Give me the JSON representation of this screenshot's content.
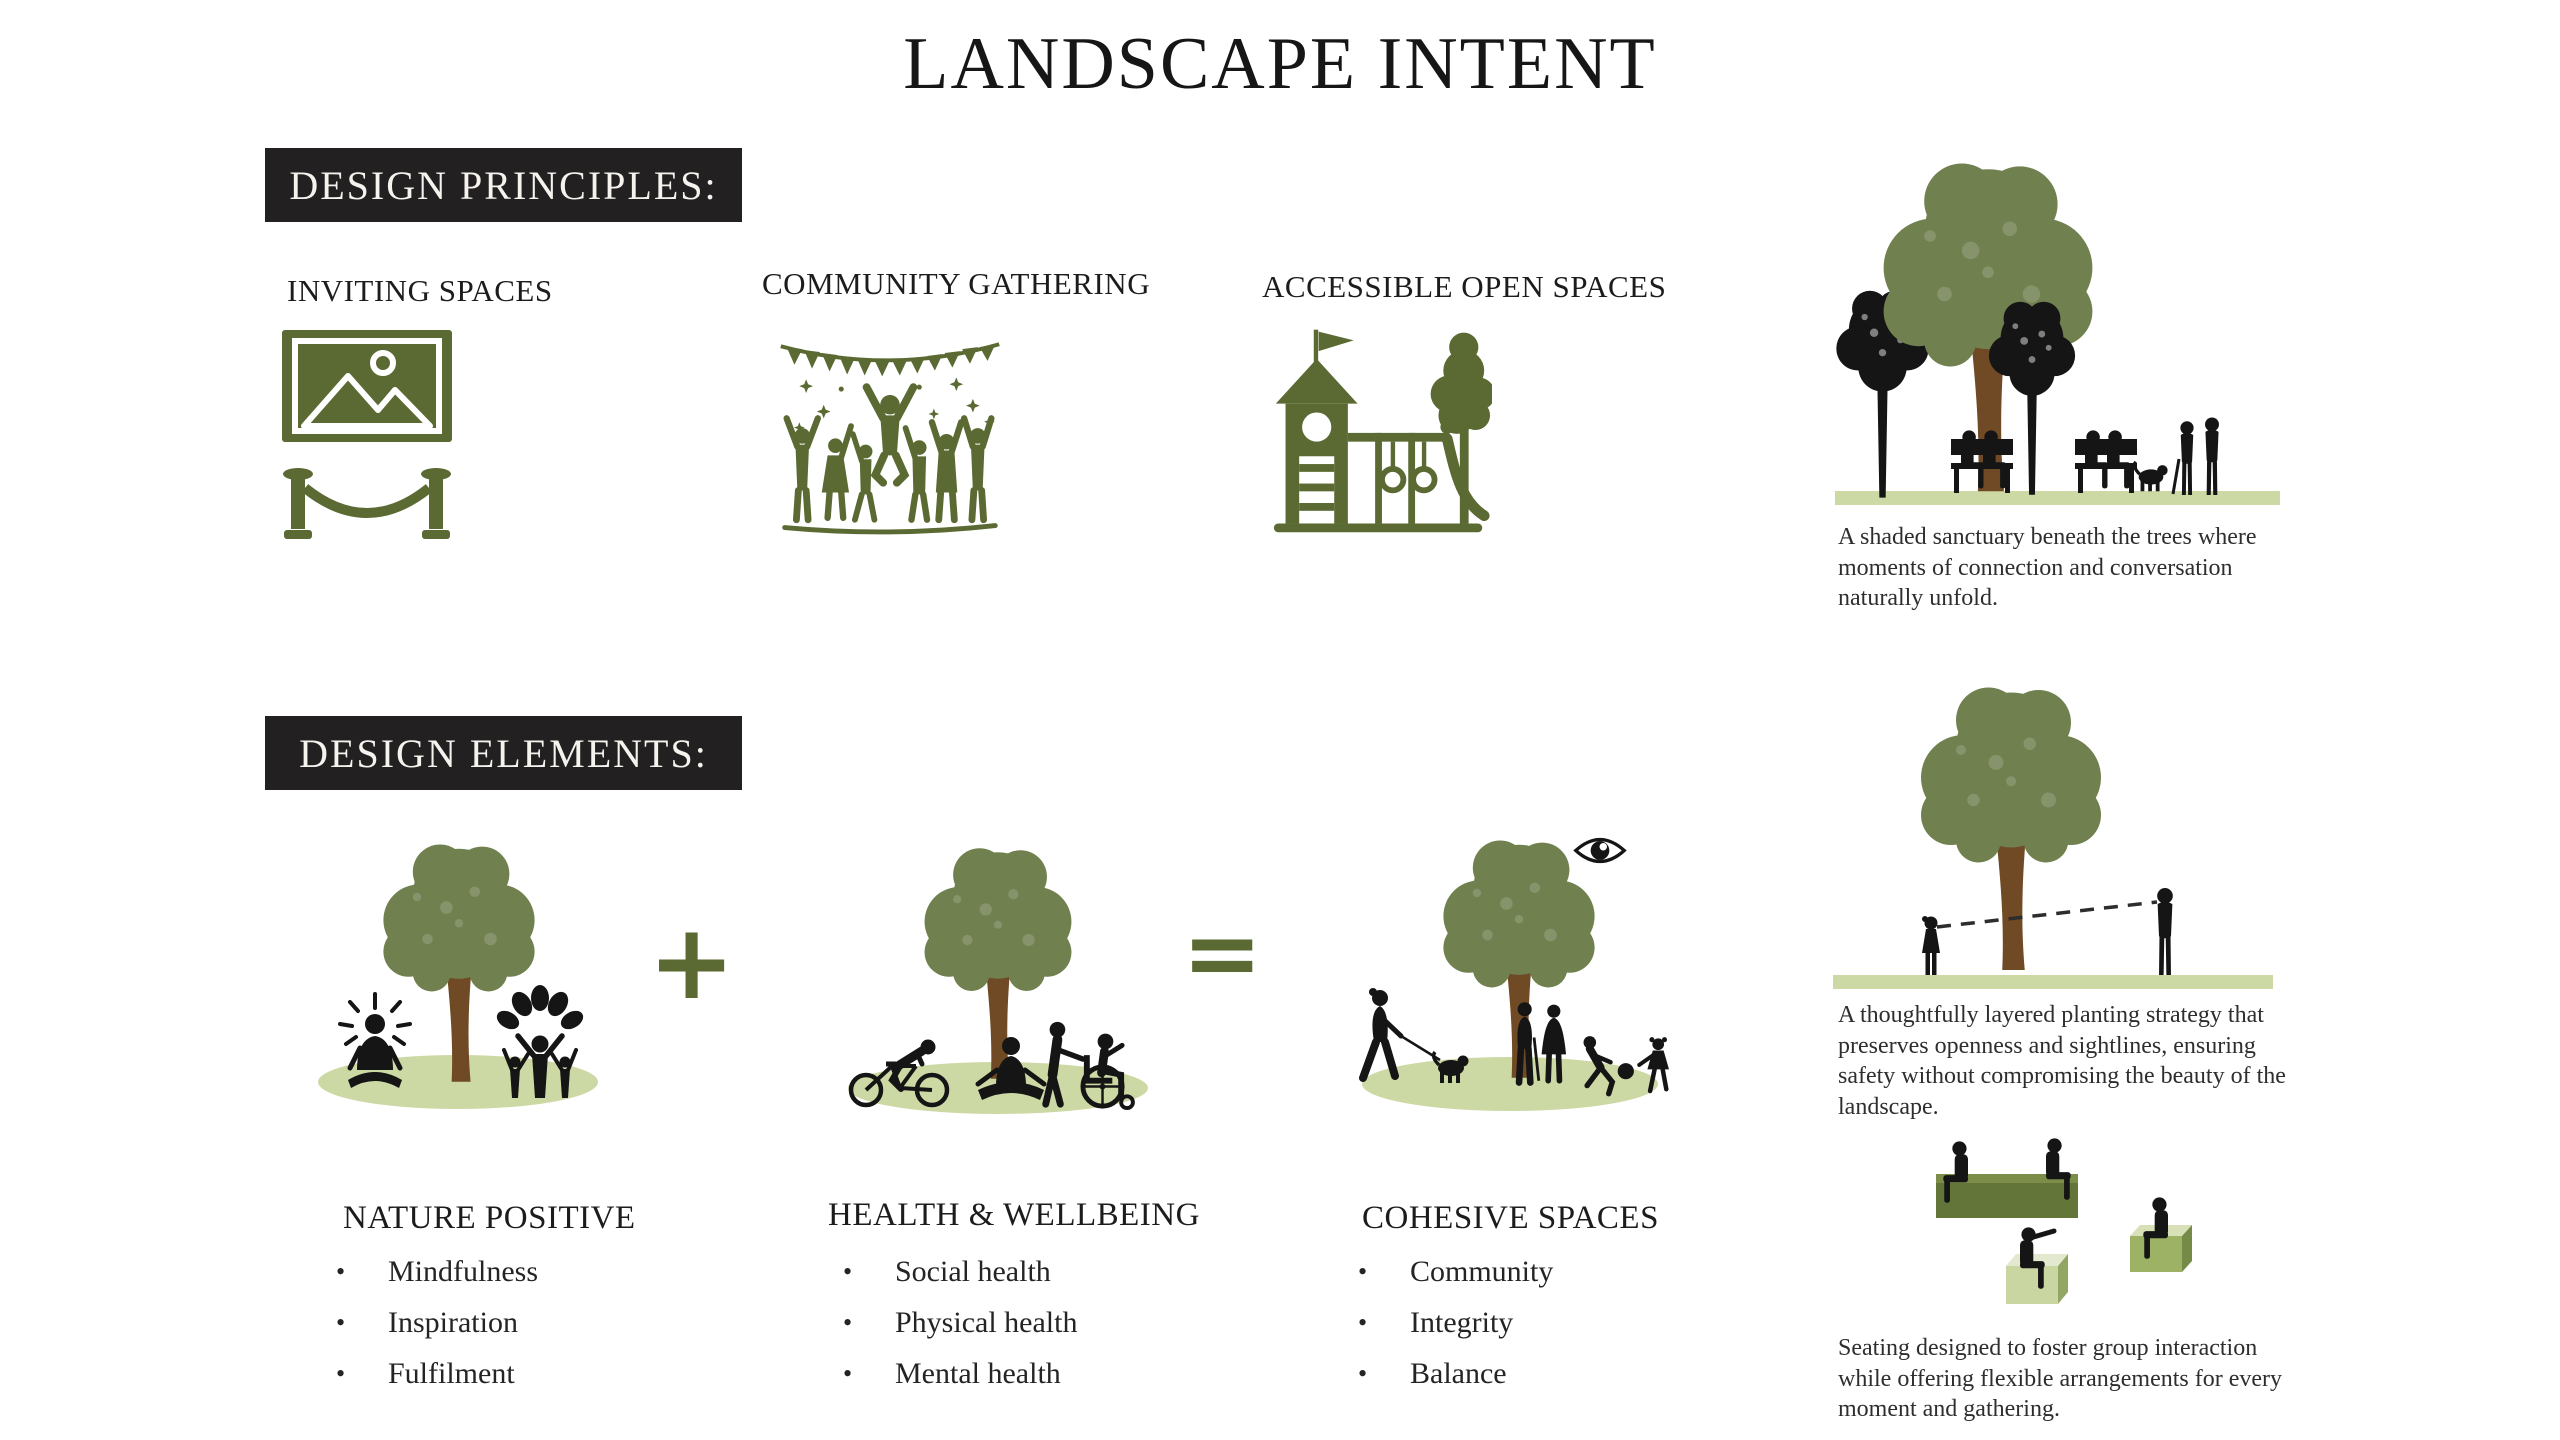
{
  "title": "LANDSCAPE INTENT",
  "principles": {
    "heading": "DESIGN PRINCIPLES:",
    "items": [
      {
        "label": "INVITING SPACES",
        "icon": "framed-picture-and-rope-barrier-icon"
      },
      {
        "label": "COMMUNITY GATHERING",
        "icon": "crowd-celebration-icon"
      },
      {
        "label": "ACCESSIBLE OPEN SPACES",
        "icon": "playground-icon"
      }
    ]
  },
  "elements": {
    "heading": "DESIGN ELEMENTS:",
    "operators": {
      "plus": "+",
      "equals": "="
    },
    "groups": [
      {
        "label": "NATURE POSITIVE",
        "illustration": "tree-with-meditator-and-people-tree",
        "bullets": [
          "Mindfulness",
          "Inspiration",
          "Fulfilment"
        ]
      },
      {
        "label": "HEALTH &  WELLBEING",
        "illustration": "tree-with-cyclist-yoga-wheelchair",
        "bullets": [
          "Social  health",
          "Physical  health",
          "Mental  health"
        ]
      },
      {
        "label": "COHESIVE SPACES",
        "illustration": "tree-with-dog-walker-and-family",
        "bullets": [
          "Community",
          "Integrity",
          "Balance"
        ]
      }
    ],
    "watermark_icon": "eye-icon"
  },
  "vignettes": [
    {
      "illustration": "benches-under-shade-trees",
      "caption": "A shaded sanctuary beneath the trees where moments of connection and conversation naturally unfold."
    },
    {
      "illustration": "sightline-under-tree-canopy",
      "caption": "A thoughtfully layered planting strategy that preserves openness and sightlines, ensuring safety without compromising the beauty of the landscape."
    },
    {
      "illustration": "modular-group-seating",
      "caption": "Seating designed to foster group interaction while offering flexible arrangements for every moment and gathering."
    }
  ],
  "colors": {
    "olive": "#5a6a32",
    "canopy_green": "#70804f",
    "trunk_brown": "#6f4a24",
    "grass_light": "#cdd9a4",
    "banner_bg": "#232021",
    "banner_text": "#f6f3ee",
    "silhouette_black": "#151515"
  }
}
